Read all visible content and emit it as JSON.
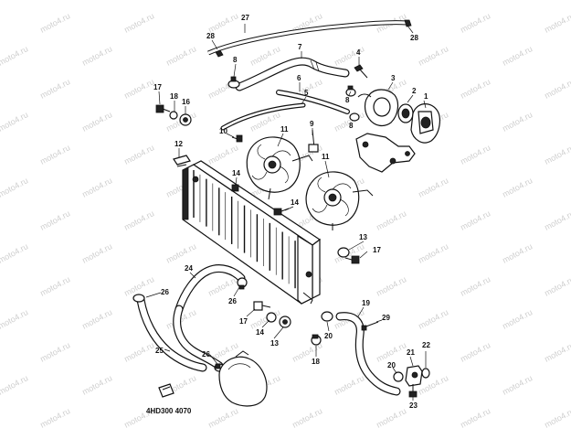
{
  "watermark": {
    "text": "moto4.ru"
  },
  "diagram": {
    "code": "4HD300 4070",
    "callouts": [
      {
        "id": "c27",
        "text": "27"
      },
      {
        "id": "c28a",
        "text": "28"
      },
      {
        "id": "c28b",
        "text": "28"
      },
      {
        "id": "c7",
        "text": "7"
      },
      {
        "id": "c4",
        "text": "4"
      },
      {
        "id": "c8a",
        "text": "8"
      },
      {
        "id": "c8b",
        "text": "8"
      },
      {
        "id": "c8c",
        "text": "8"
      },
      {
        "id": "c3",
        "text": "3"
      },
      {
        "id": "c2",
        "text": "2"
      },
      {
        "id": "c1",
        "text": "1"
      },
      {
        "id": "c6",
        "text": "6"
      },
      {
        "id": "c5",
        "text": "5"
      },
      {
        "id": "c17a",
        "text": "17"
      },
      {
        "id": "c18",
        "text": "18"
      },
      {
        "id": "c16",
        "text": "16"
      },
      {
        "id": "c11a",
        "text": "11"
      },
      {
        "id": "c11b",
        "text": "11"
      },
      {
        "id": "c9",
        "text": "9"
      },
      {
        "id": "c10",
        "text": "10"
      },
      {
        "id": "c12",
        "text": "12"
      },
      {
        "id": "c14a",
        "text": "14"
      },
      {
        "id": "c14b",
        "text": "14"
      },
      {
        "id": "c13a",
        "text": "13"
      },
      {
        "id": "c17b",
        "text": "17"
      },
      {
        "id": "c24",
        "text": "24"
      },
      {
        "id": "c26a",
        "text": "26"
      },
      {
        "id": "c26b",
        "text": "26"
      },
      {
        "id": "c17c",
        "text": "17"
      },
      {
        "id": "c14c",
        "text": "14"
      },
      {
        "id": "c13b",
        "text": "13"
      },
      {
        "id": "c19",
        "text": "19"
      },
      {
        "id": "c29",
        "text": "29"
      },
      {
        "id": "c20a",
        "text": "20"
      },
      {
        "id": "c18b",
        "text": "18"
      },
      {
        "id": "c25",
        "text": "25"
      },
      {
        "id": "c26c",
        "text": "26"
      },
      {
        "id": "c21",
        "text": "21"
      },
      {
        "id": "c22",
        "text": "22"
      },
      {
        "id": "c20b",
        "text": "20"
      },
      {
        "id": "c23",
        "text": "23"
      }
    ]
  }
}
